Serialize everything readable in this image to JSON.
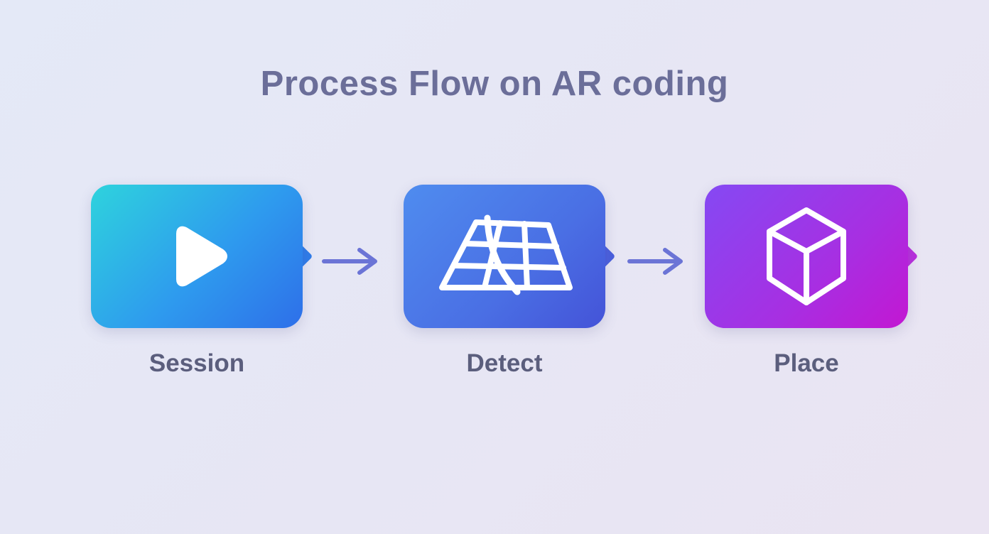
{
  "title": "Process Flow on AR coding",
  "steps": [
    {
      "id": "session",
      "label": "Session",
      "icon": "play-icon",
      "gradient_start": "#2ed3dd",
      "gradient_end": "#2e6fe9",
      "notch_color": "#2f7ce9"
    },
    {
      "id": "detect",
      "label": "Detect",
      "icon": "plane-grid-icon",
      "gradient_start": "#4f8cef",
      "gradient_end": "#4453d8",
      "notch_color": "#4a5fdd"
    },
    {
      "id": "place",
      "label": "Place",
      "icon": "cube-icon",
      "gradient_start": "#8549f3",
      "gradient_end": "#c317d2",
      "notch_color": "#b92fdc"
    }
  ],
  "arrows": [
    {
      "name": "arrow-session-to-detect"
    },
    {
      "name": "arrow-detect-to-place"
    }
  ],
  "colors": {
    "background_start": "#e4e9f7",
    "background_end": "#eae4f2",
    "title_text": "#6b6e99",
    "label_text": "#5b5e7d",
    "arrow": "#6b74d6",
    "icon_stroke": "#ffffff"
  }
}
